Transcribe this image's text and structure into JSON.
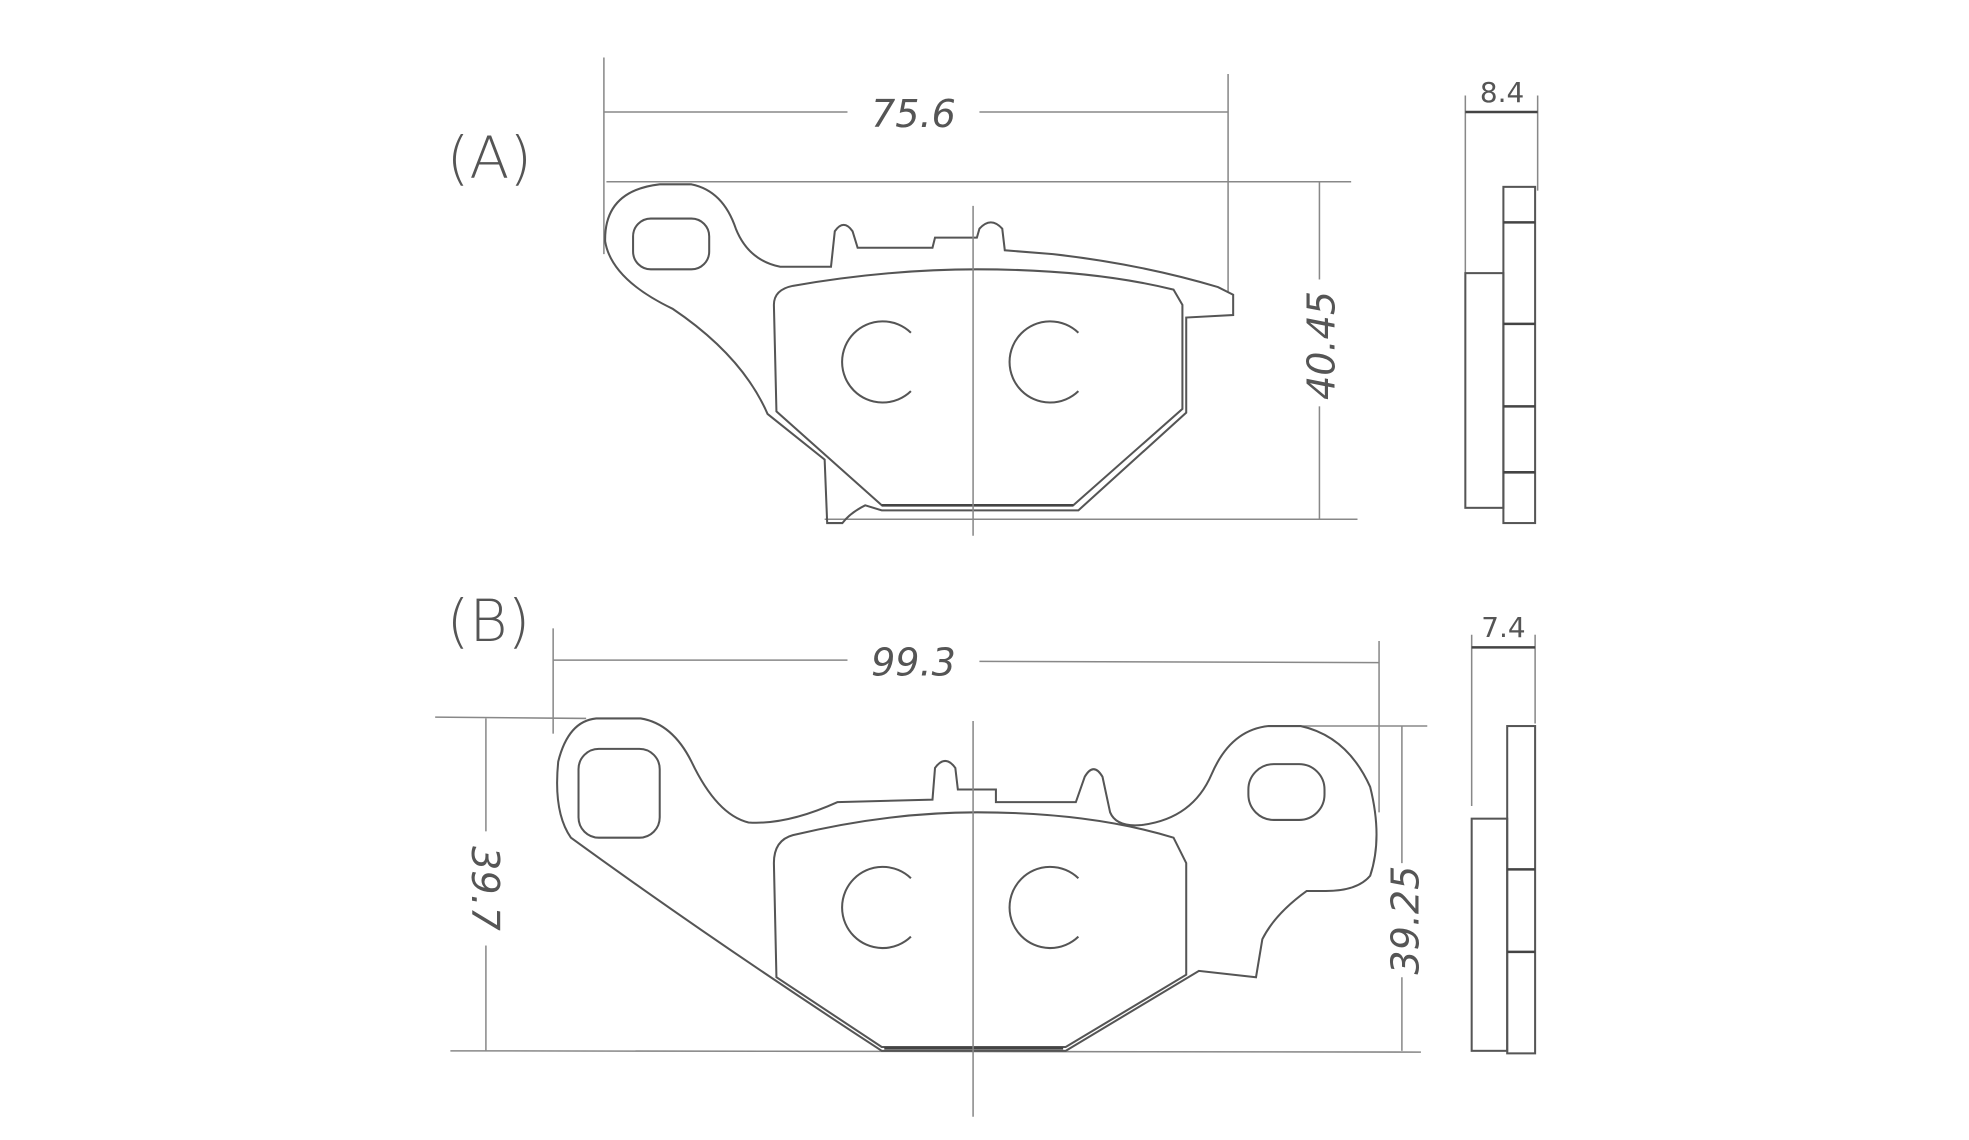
{
  "drawing_a": {
    "label": "(A)",
    "width_dim": "75.6",
    "height_dim": "40.45",
    "thickness_dim": "8.4"
  },
  "drawing_b": {
    "label": "(B)",
    "width_dim": "99.3",
    "height_left_dim": "39.7",
    "height_right_dim": "39.25",
    "thickness_dim": "7.4"
  }
}
